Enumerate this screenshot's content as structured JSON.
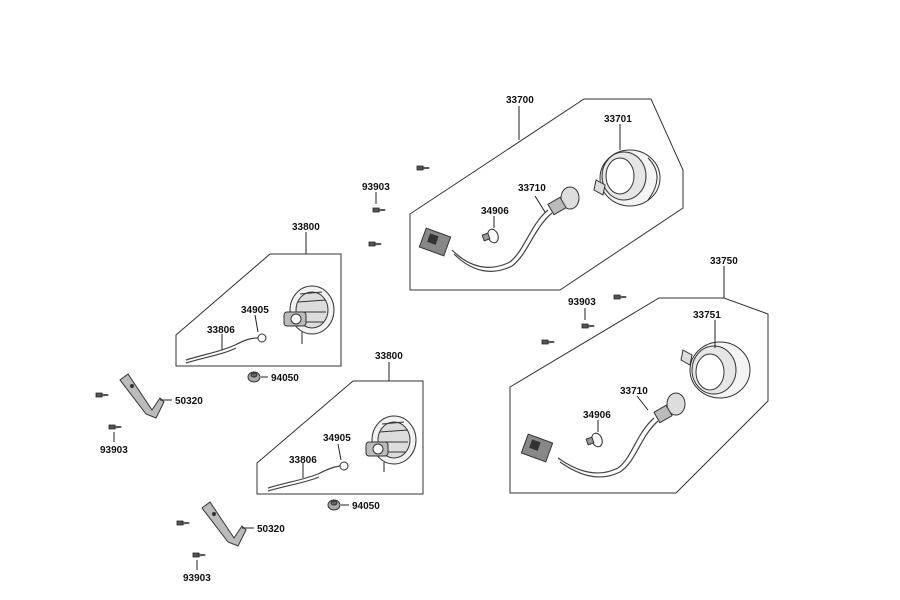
{
  "diagram": {
    "labels": {
      "g33700": "33700",
      "p33701": "33701",
      "p33710a": "33710",
      "p34906a": "34906",
      "s93903a": "93903",
      "g33800a": "33800",
      "p34905a": "34905",
      "p33806a": "33806",
      "p94050a": "94050",
      "p50320a": "50320",
      "s93903b": "93903",
      "g33750": "33750",
      "s93903c": "93903",
      "p33751": "33751",
      "p33710b": "33710",
      "p34906b": "34906",
      "g33800b": "33800",
      "p34905b": "34905",
      "p33806b": "33806",
      "p94050b": "94050",
      "p50320b": "50320",
      "s93903d": "93903"
    }
  }
}
